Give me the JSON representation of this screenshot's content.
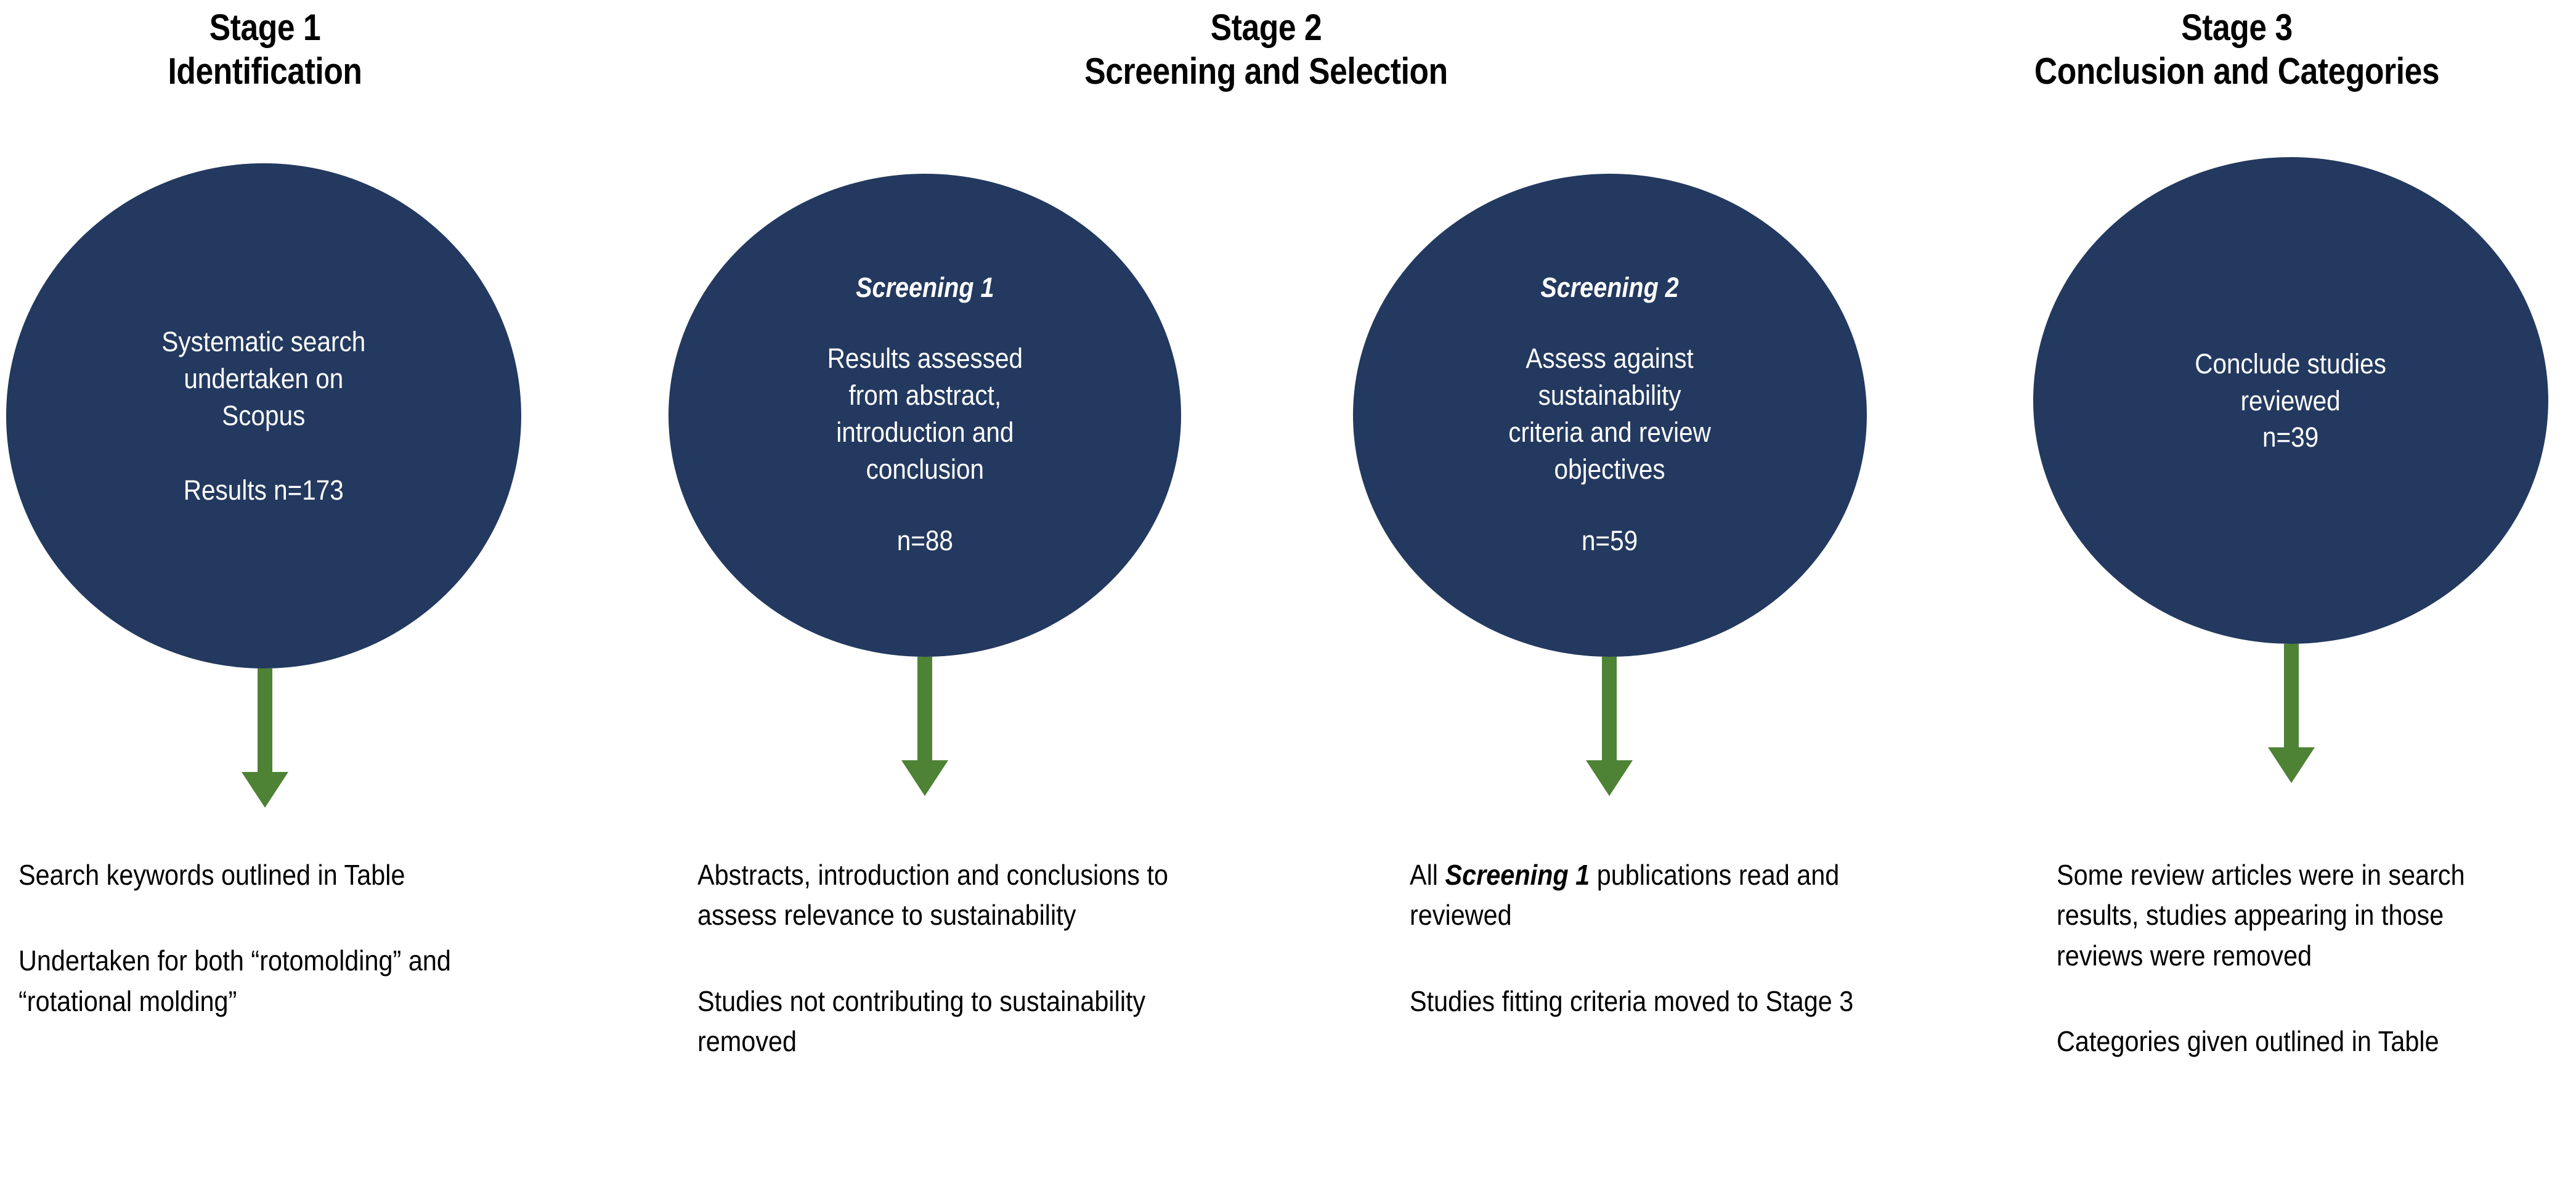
{
  "colors": {
    "navy": "#23395F",
    "green": "#4E8234",
    "text": "#000000",
    "circle_text": "#FFFFFF",
    "background": "#FFFFFF"
  },
  "headings": [
    {
      "line1": "Stage 1",
      "line2": "Identification"
    },
    {
      "line1": "Stage 2",
      "line2": "Screening and Selection"
    },
    {
      "line1": "Stage 3",
      "line2": "Conclusion and Categories"
    }
  ],
  "circles": [
    {
      "title": "",
      "body_lines": [
        "Systematic search",
        "undertaken on",
        "Scopus"
      ],
      "count": "Results n=173"
    },
    {
      "title": "Screening 1",
      "body_lines": [
        "Results assessed",
        "from abstract,",
        "introduction and",
        "conclusion"
      ],
      "count": "n=88"
    },
    {
      "title": "Screening 2",
      "body_lines": [
        "Assess against",
        "sustainability",
        "criteria and review",
        "objectives"
      ],
      "count": "n=59"
    },
    {
      "title": "",
      "body_lines": [
        "Conclude studies",
        "reviewed"
      ],
      "count": "n=39"
    }
  ],
  "arrows": [
    {
      "name": "arrow-stage1-to-notes",
      "direction": "down",
      "color": "#4E8234"
    },
    {
      "name": "arrow-screening1-to-notes",
      "direction": "down",
      "color": "#4E8234"
    },
    {
      "name": "arrow-screening2-to-notes",
      "direction": "down",
      "color": "#4E8234"
    },
    {
      "name": "arrow-stage3-to-notes",
      "direction": "down",
      "color": "#4E8234"
    }
  ],
  "notes": [
    {
      "paragraphs": [
        {
          "pre": "Search keywords outlined in Table",
          "em": "",
          "post": ""
        },
        {
          "pre": "Undertaken for both “rotomolding” and “rotational molding”",
          "em": "",
          "post": ""
        }
      ]
    },
    {
      "paragraphs": [
        {
          "pre": "Abstracts, introduction and conclusions to assess relevance to sustainability",
          "em": "",
          "post": ""
        },
        {
          "pre": "Studies not contributing to sustainability removed",
          "em": "",
          "post": ""
        }
      ]
    },
    {
      "paragraphs": [
        {
          "pre": "All ",
          "em": "Screening 1",
          "post": " publications read and reviewed"
        },
        {
          "pre": "Studies fitting criteria moved to Stage 3",
          "em": "",
          "post": ""
        }
      ]
    },
    {
      "paragraphs": [
        {
          "pre": "Some review articles were in search results, studies appearing in those reviews were removed",
          "em": "",
          "post": ""
        },
        {
          "pre": "Categories given outlined in Table",
          "em": "",
          "post": ""
        }
      ]
    }
  ]
}
